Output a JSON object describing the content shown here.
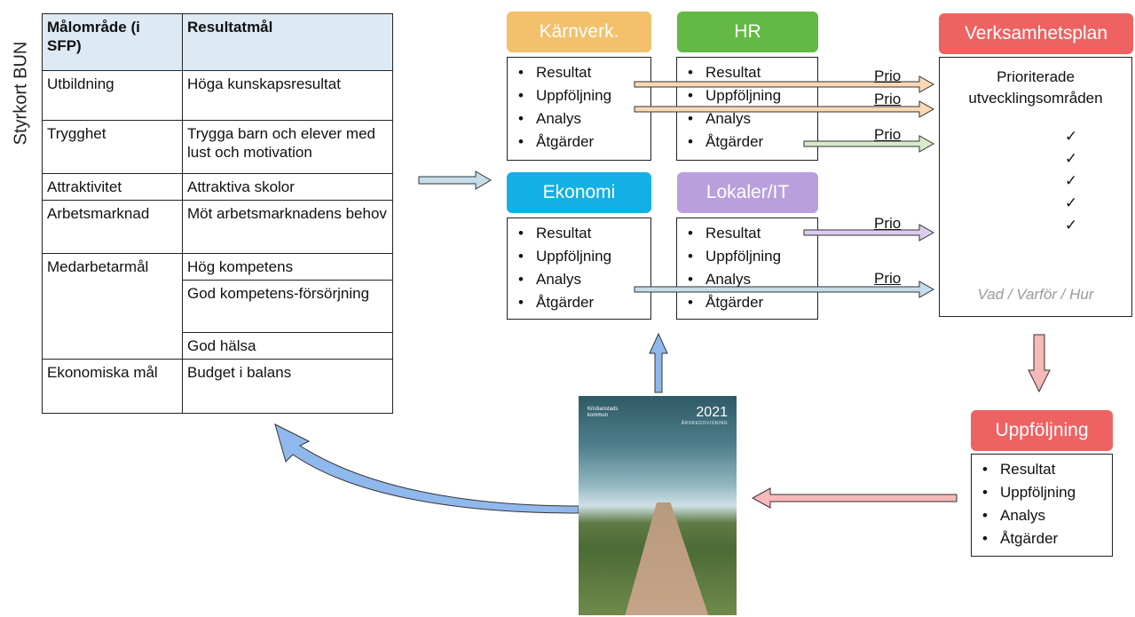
{
  "side_label": "Styrkort BUN",
  "goals_table": {
    "headers": [
      "Målområde (i SFP)",
      "Resultatmål"
    ],
    "rows": [
      {
        "area": "Utbildning",
        "goal": "Höga kunskapsresultat"
      },
      {
        "area": "Trygghet",
        "goal": "Trygga barn och elever med lust och motivation"
      },
      {
        "area": "Attraktivitet",
        "goal": "Attraktiva skolor"
      },
      {
        "area": "Arbetsmarknad",
        "goal": "Möt arbetsmarknadens behov"
      },
      {
        "area": "Medarbetarmål",
        "goals": [
          "Hög kompetens",
          "God kompetens-försörjning",
          "God hälsa"
        ]
      },
      {
        "area": "Ekonomiska mål",
        "goal": "Budget i balans"
      }
    ]
  },
  "steps": [
    "Resultat",
    "Uppföljning",
    "Analys",
    "Åtgärder"
  ],
  "boxes": {
    "karnverk": {
      "title": "Kärnverk.",
      "color": "#f3c06b"
    },
    "hr": {
      "title": "HR",
      "color": "#63b944"
    },
    "ekonomi": {
      "title": "Ekonomi",
      "color": "#13b0e6"
    },
    "lokaler": {
      "title": "Lokaler/IT",
      "color": "#b9a0dd"
    },
    "plan": {
      "title": "Verksamhetsplan",
      "color": "#ef6262"
    },
    "uppfoljning": {
      "title": "Uppföljning",
      "color": "#ef6262"
    }
  },
  "plan": {
    "text": "Prioriterade utvecklingsområden",
    "checks": [
      "✓",
      "✓",
      "✓",
      "✓",
      "✓"
    ],
    "footer": "Vad / Varför / Hur"
  },
  "prio_label": "Prio",
  "report": {
    "year": "2021",
    "subtitle": "ÅRSREDOVISNING",
    "org": "Kristianstads kommun"
  },
  "arrow_colors": {
    "orange": "#fbd9b5",
    "green": "#d6ebc8",
    "purple": "#dccbef",
    "blue": "#c5dce9",
    "pink": "#f7b8b8",
    "up_blue": "#8fb8ec"
  }
}
